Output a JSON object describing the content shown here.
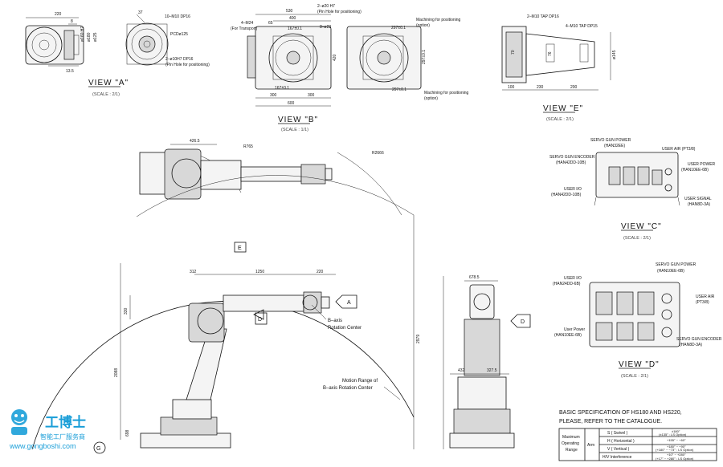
{
  "view_a": {
    "title": "VIEW \"A\"",
    "scale": "(SCALE : 2/1)",
    "dims": [
      "220",
      "8",
      "13.5",
      "37"
    ],
    "bores": [
      "ø160 H7",
      "ø180",
      "ø125"
    ],
    "notes": [
      "10–M10 DP16",
      "PCDø125",
      "2–ø10H7 DP16",
      "(Pin Hole for positioning)"
    ]
  },
  "view_b": {
    "title": "VIEW \"B\"",
    "scale": "(SCALE : 1/1)",
    "dims": [
      "530",
      "400",
      "65",
      "167±0.1",
      "420",
      "300",
      "300",
      "600",
      "167±0.1",
      "297±0.1",
      "297±0.1",
      "297±0.1"
    ],
    "notes": [
      "4–M24",
      "(For Transport)",
      "2–ø20 H7",
      "(Pin Hole for positioning)",
      "8–ø23",
      "Machining for positioning",
      "(option)",
      "Machining for positioning",
      "(option)"
    ]
  },
  "view_e": {
    "title": "VIEW \"E\"",
    "scale": "(SCALE : 2/1)",
    "dims": [
      "70",
      "76",
      "100",
      "230",
      "200",
      "ø145"
    ],
    "notes": [
      "2–M10 TAP DP16",
      "4–M10 TAP DP15"
    ]
  },
  "top_view": {
    "dims": [
      "426.5",
      "R765",
      "R2666"
    ]
  },
  "view_c": {
    "title": "VIEW \"C\"",
    "scale": "(SCALE : 2/1)",
    "labels": [
      "SERVO GUN POWER",
      "(HAN32EE)",
      "SERVO GUN ENCODER",
      "(HAN42DD-10B)",
      "USER AIR (PT3/8)",
      "USER POWER",
      "(HAN10EE-6B)",
      "USER I/O",
      "(HAN42DD-10B)",
      "USER SIGNAL",
      "(HAN8D-3A)"
    ]
  },
  "view_d": {
    "title": "VIEW \"D\"",
    "scale": "(SCALE : 2/1)",
    "labels": [
      "SERVO GUN POWER",
      "(HAN10EE-6B)",
      "USER I/O",
      "(HAN24DD-6B)",
      "USER AIR",
      "(PT3/8)",
      "User Power",
      "(HAN10EE-6B)",
      "SERVO GUN ENCODER",
      "(HAN8D-3A)"
    ]
  },
  "side_view": {
    "dims": [
      "312",
      "1250",
      "220",
      "330",
      "2088",
      "698",
      "2979"
    ],
    "callouts": [
      "E",
      "D",
      "A",
      "G"
    ],
    "notes": [
      "B–axis",
      "Rotation Center",
      "Motion Range of",
      "B–axis Rotation Center"
    ]
  },
  "front_view": {
    "dims": [
      "678.5",
      "432",
      "327.5"
    ],
    "callouts": [
      "D"
    ]
  },
  "spec": {
    "note_line1": "BASIC SPECIFICATION OF HS180 AND HS220,",
    "note_line2": "PLEASE, REFER TO THE CATALOGUE.",
    "group": "Maximum",
    "group2": "Operating",
    "group3": "Range",
    "arm": "Arm",
    "rows": [
      {
        "axis": "S ( Swivel )",
        "value": "±180°",
        "value2": "(±135° : LS Option)"
      },
      {
        "axis": "H ( Horizontal )",
        "value": "+155° ~ −60°",
        "value2": ""
      },
      {
        "axis": "V ( Vertical )",
        "value": "+180° ~ −90°",
        "value2": "(+180° ~ −73° : LS Option)"
      },
      {
        "axis": "H/V Interference",
        "value": "+10° ~ +280°",
        "value2": "(+17° ~ +280° : LS Option)"
      }
    ]
  },
  "watermark": {
    "brand": "工博士",
    "sub": "智能工厂服务商",
    "url": "www.gongboshi.com",
    "accent": "#1a9ed8"
  }
}
